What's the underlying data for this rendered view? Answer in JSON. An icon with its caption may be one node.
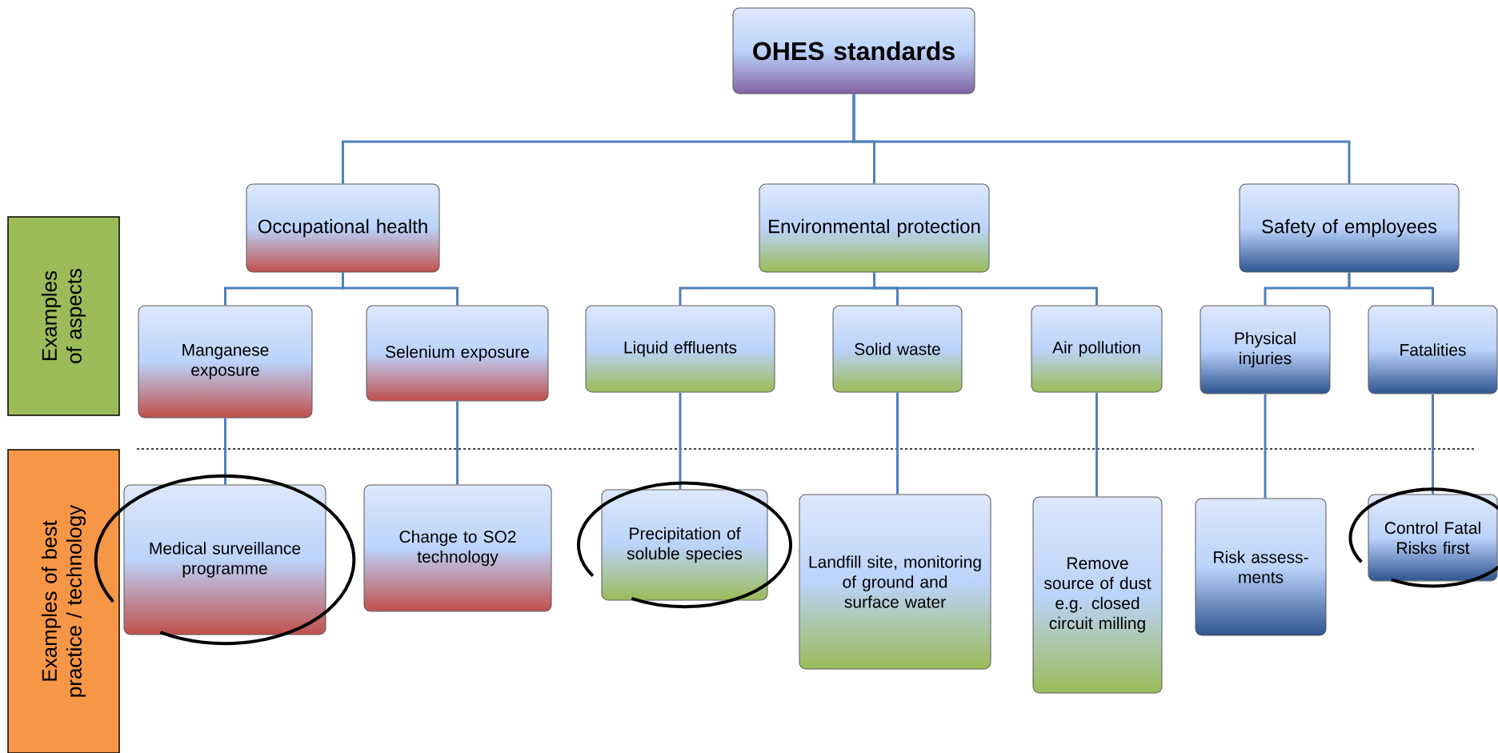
{
  "diagram": {
    "nodes": [
      {
        "text": [
          "OHES standards"
        ]
      },
      {
        "text": [
          "Occupational health"
        ]
      },
      {
        "text": [
          "Environmental protection"
        ]
      },
      {
        "text": [
          "Safety of employees"
        ]
      },
      {
        "text": [
          "Manganese exposure"
        ]
      },
      {
        "text": [
          "Selenium exposure"
        ]
      },
      {
        "text": [
          "Liquid effluents"
        ]
      },
      {
        "text": [
          "Solid waste"
        ]
      },
      {
        "text": [
          "Air pollution"
        ]
      },
      {
        "text": [
          "Physical injuries"
        ]
      },
      {
        "text": [
          "Fatalities"
        ]
      },
      {
        "text": [
          "Medical surveillance programme"
        ]
      },
      {
        "text": [
          "Change to SO2 technology"
        ]
      },
      {
        "text": [
          "Precipitation of soluble species"
        ]
      },
      {
        "text": [
          "Landfill site, monitoring of ground and surface water"
        ]
      },
      {
        "text": [
          "Remove source of dust e.g. closed circuit milling"
        ]
      },
      {
        "text": [
          "Risk assess- ments"
        ]
      },
      {
        "text": [
          "Control Fatal Risks first"
        ]
      },
      {
        "text": [
          "Examples of aspects"
        ]
      },
      {
        "text": [
          "Examples of best practice / technology"
        ]
      }
    ],
    "edges": [
      {
        "from": 0,
        "to": 1,
        "arrow": "none"
      },
      {
        "from": 0,
        "to": 2,
        "arrow": "none"
      },
      {
        "from": 0,
        "to": 3,
        "arrow": "none"
      },
      {
        "from": 1,
        "to": 4,
        "arrow": "none"
      },
      {
        "from": 1,
        "to": 5,
        "arrow": "none"
      },
      {
        "from": 2,
        "to": 6,
        "arrow": "none"
      },
      {
        "from": 2,
        "to": 7,
        "arrow": "none"
      },
      {
        "from": 2,
        "to": 8,
        "arrow": "none"
      },
      {
        "from": 3,
        "to": 9,
        "arrow": "none"
      },
      {
        "from": 3,
        "to": 10,
        "arrow": "none"
      },
      {
        "from": 4,
        "to": 11,
        "arrow": "none"
      },
      {
        "from": 5,
        "to": 12,
        "arrow": "none"
      },
      {
        "from": 6,
        "to": 13,
        "arrow": "none"
      },
      {
        "from": 7,
        "to": 14,
        "arrow": "none"
      },
      {
        "from": 8,
        "to": 15,
        "arrow": "none"
      },
      {
        "from": 9,
        "to": 16,
        "arrow": "none"
      },
      {
        "from": 10,
        "to": 17,
        "arrow": "none"
      }
    ]
  }
}
